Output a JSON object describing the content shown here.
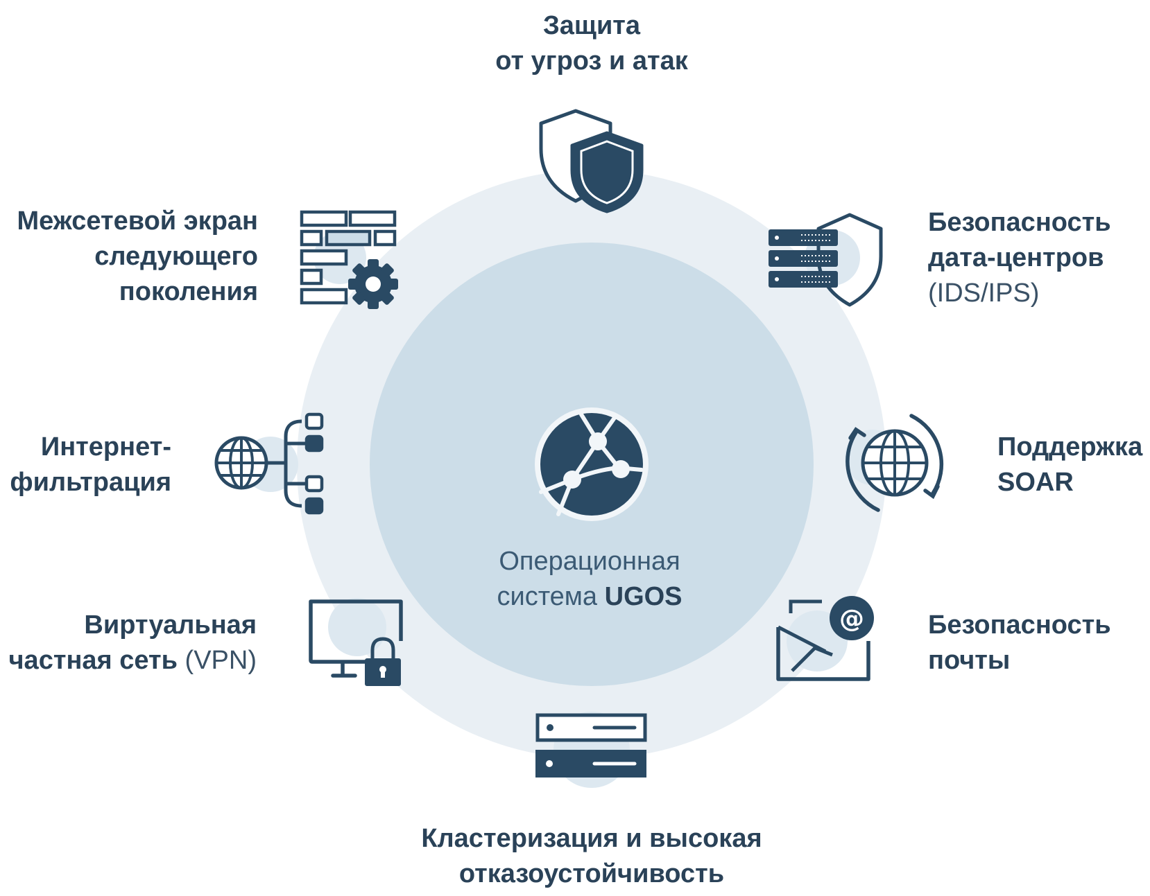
{
  "center": {
    "line1": "Операционная",
    "line2_prefix": "система ",
    "line2_bold": "UGOS"
  },
  "features": {
    "threat_protection": {
      "line1": "Защита",
      "line2": "от угроз и атак"
    },
    "firewall": {
      "line1": "Межсетевой экран",
      "line2": "следующего",
      "line3": "поколения"
    },
    "datacenter": {
      "line1": "Безопасность",
      "line2": "дата-центров",
      "line3": "(IDS/IPS)"
    },
    "web_filtering": {
      "line1": "Интернет-",
      "line2": "фильтрация"
    },
    "soar": {
      "line1": "Поддержка",
      "line2": "SOAR"
    },
    "vpn": {
      "line1": "Виртуальная",
      "line2_bold": "частная сеть",
      "line2_light": " (VPN)"
    },
    "mail": {
      "line1": "Безопасность",
      "line2": "почты"
    },
    "clustering": {
      "line1": "Кластеризация и высокая",
      "line2": "отказоустойчивость"
    }
  },
  "colors": {
    "outer_ring": "#e9eff4",
    "inner_circle": "#ccdde8",
    "icon_dark": "#2a4a64",
    "icon_halo": "#dde8f0",
    "text": "#2a4258"
  },
  "icons": [
    "shield-icon",
    "firewall-icon",
    "server-shield-icon",
    "globe-tree-icon",
    "globe-sync-icon",
    "monitor-lock-icon",
    "mail-at-icon",
    "server-stack-icon",
    "network-globe-icon"
  ]
}
